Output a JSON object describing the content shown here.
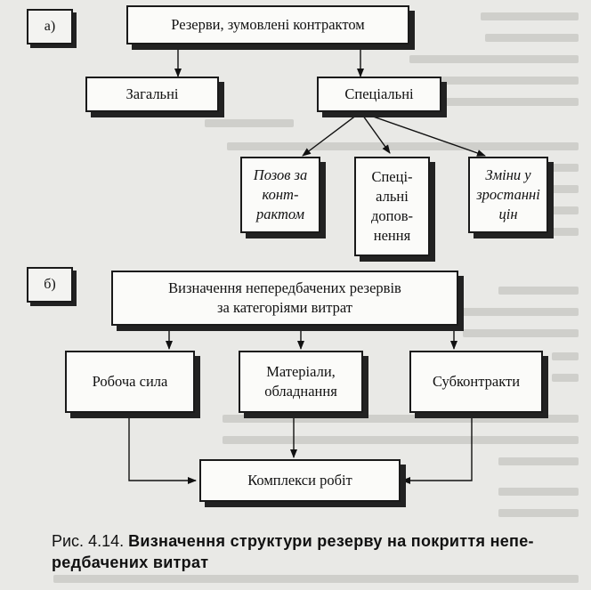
{
  "tags": {
    "a": "а)",
    "b": "б)"
  },
  "section_a": {
    "root": "Резерви, зумовлені контрактом",
    "general": "Загальні",
    "special": "Спеціальні",
    "children": [
      {
        "label": "Позов за\nконт-\nрактом",
        "italic": true
      },
      {
        "label": "Спеці-\nальні\nдопов-\nнення",
        "italic": false
      },
      {
        "label": "Зміни у\nзростанні\nцін",
        "italic": true
      }
    ]
  },
  "section_b": {
    "root": "Визначення непередбачених резервів\nза категоріями витрат",
    "categories": [
      "Робоча сила",
      "Матеріали,\nобладнання",
      "Субконтракти"
    ],
    "target": "Комплекси робіт"
  },
  "caption": {
    "prefix": "Рис. 4.14. ",
    "title": "Визначення структури резерву на покриття непе-\nредбачених витрат"
  }
}
